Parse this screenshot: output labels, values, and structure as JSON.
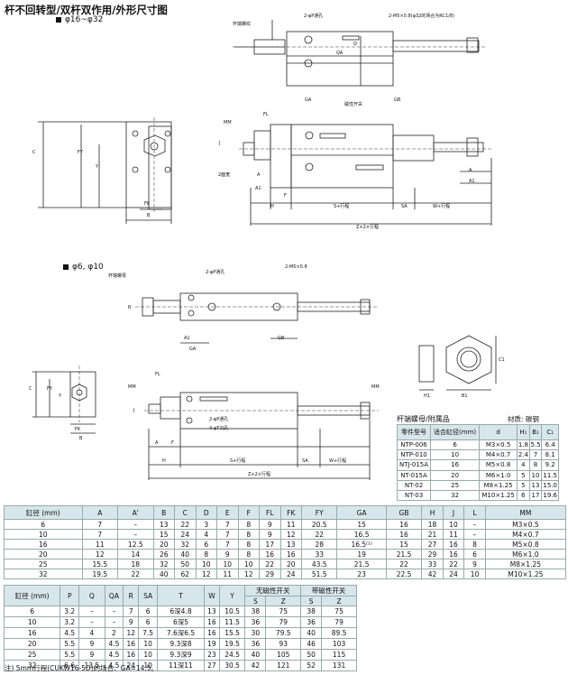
{
  "title": "杆不回转型/双杆双作用/外形尺寸图",
  "section1": "φ16~φ32",
  "section2": "φ6, φ10",
  "drawing1": {
    "labels": [
      "杆端螺纹",
      "2-φP通孔",
      "2-M5×0.8(φ32的场合为RC1/8)",
      "Q",
      "QA",
      "GA",
      "GB",
      "MM",
      "FL",
      "磁性开关",
      "J",
      "FY",
      "Y",
      "C",
      "2面宽",
      "A",
      "A1",
      "B",
      "FK",
      "H",
      "F",
      "S+行程",
      "SA",
      "W+行程",
      "Z+2×行程"
    ]
  },
  "drawing2": {
    "labels": [
      "杆端螺母",
      "2-φP通孔",
      "2-M5×0.8",
      "R",
      "GA",
      "GB",
      "A1",
      "FL",
      "MM",
      "J",
      "FY",
      "Y",
      "C",
      "FK",
      "B",
      "A",
      "F",
      "2-φP通孔",
      "4-φT沉孔",
      "H",
      "S+行程",
      "SA",
      "W+行程",
      "Z+2×行程",
      "H1",
      "B1",
      "C1"
    ]
  },
  "accessory": {
    "title": "杆端螺母/附属品",
    "material": "材质: 碳钢",
    "headers": [
      "零件型号",
      "适合缸径(mm)",
      "d",
      "H₁",
      "B₁",
      "C₁"
    ],
    "rows": [
      [
        "NTP-006",
        "6",
        "M3×0.5",
        "1.8",
        "5.5",
        "6.4"
      ],
      [
        "NTP-010",
        "10",
        "M4×0.7",
        "2.4",
        "7",
        "8.1"
      ],
      [
        "NTJ-015A",
        "16",
        "M5×0.8",
        "4",
        "8",
        "9.2"
      ],
      [
        "NT-015A",
        "20",
        "M6×1.0",
        "5",
        "10",
        "11.5"
      ],
      [
        "NT-02",
        "25",
        "M8×1.25",
        "5",
        "13",
        "15.0"
      ],
      [
        "NT-03",
        "32",
        "M10×1.25",
        "6",
        "17",
        "19.6"
      ]
    ]
  },
  "table1": {
    "headers": [
      "缸径\n(mm)",
      "A",
      "A'",
      "B",
      "C",
      "D",
      "E",
      "F",
      "FL",
      "FK",
      "FY",
      "GA",
      "GB",
      "H",
      "J",
      "L",
      "MM"
    ],
    "rows": [
      [
        "6",
        "7",
        "–",
        "13",
        "22",
        "3",
        "7",
        "8",
        "9",
        "11",
        "20.5",
        "15",
        "16",
        "18",
        "10",
        "–",
        "M3×0.5"
      ],
      [
        "10",
        "7",
        "–",
        "15",
        "24",
        "4",
        "7",
        "8",
        "9",
        "12",
        "22",
        "16.5",
        "16",
        "21",
        "11",
        "–",
        "M4×0.7"
      ],
      [
        "16",
        "11",
        "12.5",
        "20",
        "32",
        "6",
        "7",
        "8",
        "17",
        "13",
        "28",
        "16.5⁽¹⁾",
        "15",
        "27",
        "16",
        "8",
        "M5×0.8"
      ],
      [
        "20",
        "12",
        "14",
        "26",
        "40",
        "8",
        "9",
        "8",
        "16",
        "16",
        "33",
        "19",
        "21.5",
        "29",
        "16",
        "6",
        "M6×1.0"
      ],
      [
        "25",
        "15.5",
        "18",
        "32",
        "50",
        "10",
        "10",
        "10",
        "22",
        "20",
        "43.5",
        "21.5",
        "22",
        "33",
        "22",
        "9",
        "M8×1.25"
      ],
      [
        "32",
        "19.5",
        "22",
        "40",
        "62",
        "12",
        "11",
        "12",
        "29",
        "24",
        "51.5",
        "23",
        "22.5",
        "42",
        "24",
        "10",
        "M10×1.25"
      ]
    ]
  },
  "table2": {
    "headers_top": [
      "缸径\n(mm)",
      "P",
      "Q",
      "QA",
      "R",
      "SA",
      "T",
      "W",
      "Y",
      "无磁性开关",
      "带磁性开关"
    ],
    "headers_sub": [
      "S",
      "Z",
      "S",
      "Z"
    ],
    "rows": [
      [
        "6",
        "3.2",
        "–",
        "–",
        "7",
        "6",
        "6深4.8",
        "13",
        "10.5",
        "38",
        "75",
        "38",
        "75"
      ],
      [
        "10",
        "3.2",
        "–",
        "–",
        "9",
        "6",
        "6深5",
        "16",
        "11.5",
        "36",
        "79",
        "36",
        "79"
      ],
      [
        "16",
        "4.5",
        "4",
        "2",
        "12",
        "7.5",
        "7.6深6.5",
        "16",
        "15.5",
        "30",
        "79.5",
        "40",
        "89.5"
      ],
      [
        "20",
        "5.5",
        "9",
        "4.5",
        "16",
        "10",
        "9.3深8",
        "19",
        "19.5",
        "36",
        "93",
        "46",
        "103"
      ],
      [
        "25",
        "5.5",
        "9",
        "4.5",
        "16",
        "10",
        "9.3深9",
        "23",
        "24.5",
        "40",
        "105",
        "50",
        "115"
      ],
      [
        "32",
        "6.6",
        "13.5",
        "4.5",
        "24",
        "10",
        "11深11",
        "27",
        "30.5",
        "42",
        "121",
        "52",
        "131"
      ]
    ]
  },
  "note": "注) 5mm行程(CUKW16-5D)的场合、GA=14.5。"
}
